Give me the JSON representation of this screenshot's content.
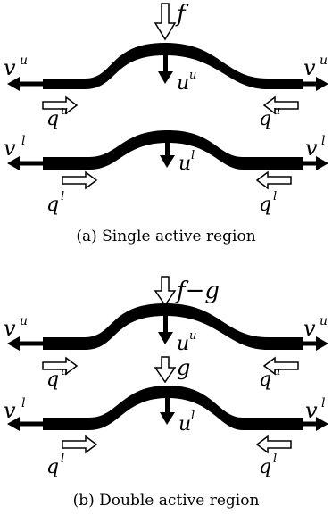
{
  "panel_a": {
    "caption": "(a)  Single  active  region",
    "upper": {
      "force": "f",
      "v_left": "v",
      "v_right": "v",
      "v_sup": "u",
      "u": "u",
      "u_sup": "u",
      "q_left": "q",
      "q_right": "q",
      "q_sup": "u"
    },
    "lower": {
      "v_left": "v",
      "v_right": "v",
      "v_sup": "l",
      "u": "u",
      "u_sup": "l",
      "q_left": "q",
      "q_right": "q",
      "q_sup": "l"
    }
  },
  "panel_b": {
    "caption": "(b)  Double  active  region",
    "upper": {
      "force": "f−g",
      "v_left": "v",
      "v_right": "v",
      "v_sup": "u",
      "u": "u",
      "u_sup": "u",
      "q_left": "q",
      "q_right": "q",
      "q_sup": "u"
    },
    "middle_force": "g",
    "lower": {
      "v_left": "v",
      "v_right": "v",
      "v_sup": "l",
      "u": "u",
      "u_sup": "l",
      "q_left": "q",
      "q_right": "q",
      "q_sup": "l"
    }
  }
}
